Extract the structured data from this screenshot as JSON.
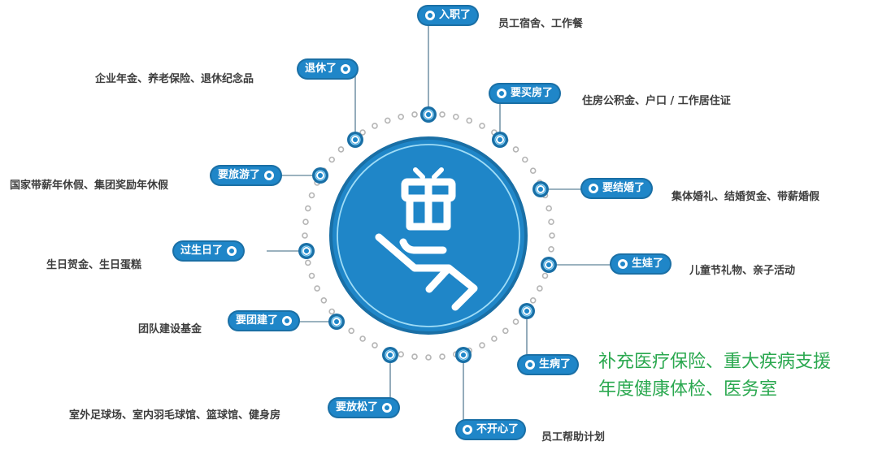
{
  "diagram": {
    "center_icon": "gift-in-hand-icon",
    "colors": {
      "primary_blue": "#1f86c8",
      "dark_blue": "#1a6fa5",
      "ring_dot": "#b5b5b5",
      "text": "#3d3d3d",
      "highlight_green": "#2aa84f"
    },
    "nodes": [
      {
        "id": "onboarding",
        "label": "入职了",
        "benefits": "员工宿舍、工作餐"
      },
      {
        "id": "buy-house",
        "label": "要买房了",
        "benefits": "住房公积金、户口 / 工作居住证"
      },
      {
        "id": "marriage",
        "label": "要结婚了",
        "benefits": "集体婚礼、结婚贺金、带薪婚假"
      },
      {
        "id": "baby",
        "label": "生娃了",
        "benefits": "儿童节礼物、亲子活动"
      },
      {
        "id": "sick",
        "label": "生病了",
        "benefits_lines": [
          "补充医疗保险、重大疾病支援",
          "年度健康体检、医务室"
        ]
      },
      {
        "id": "unhappy",
        "label": "不开心了",
        "benefits": "员工帮助计划"
      },
      {
        "id": "relax",
        "label": "要放松了",
        "benefits": "室外足球场、室内羽毛球馆、篮球馆、健身房"
      },
      {
        "id": "team-building",
        "label": "要团建了",
        "benefits": "团队建设基金"
      },
      {
        "id": "birthday",
        "label": "过生日了",
        "benefits": "生日贺金、生日蛋糕"
      },
      {
        "id": "travel",
        "label": "要旅游了",
        "benefits": "国家带薪年休假、集团奖励年休假"
      },
      {
        "id": "retire",
        "label": "退休了",
        "benefits": "企业年金、养老保险、退休纪念品"
      }
    ]
  }
}
